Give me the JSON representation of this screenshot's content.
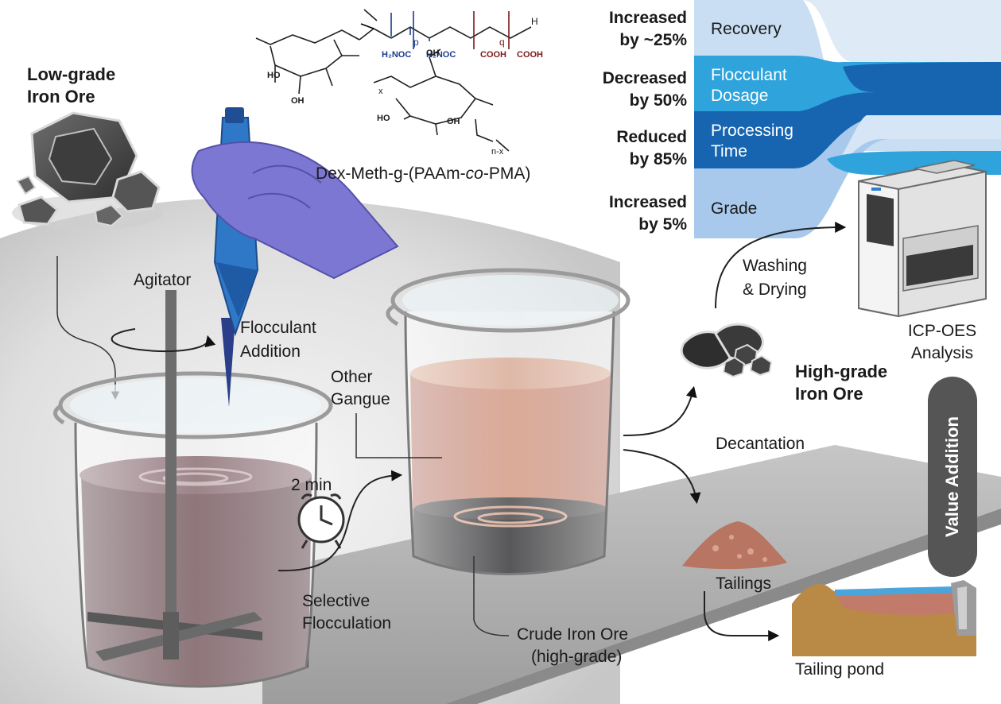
{
  "labels": {
    "low_grade_1": "Low-grade",
    "low_grade_2": "Iron Ore",
    "agitator": "Agitator",
    "flocculant_1": "Flocculant",
    "flocculant_2": "Addition",
    "polymer_name": "Dex-Meth-g-(PAAm-co-PMA)",
    "time": "2 min",
    "selective_1": "Selective",
    "selective_2": "Flocculation",
    "other_1": "Other",
    "other_2": "Gangue",
    "crude_1": "Crude Iron Ore",
    "crude_2": "(high-grade)",
    "washing_1": "Washing",
    "washing_2": "& Drying",
    "high_grade_1": "High-grade",
    "high_grade_2": "Iron Ore",
    "decantation": "Decantation",
    "tailings": "Tailings",
    "tailing_pond": "Tailing pond",
    "icp_1": "ICP-OES",
    "icp_2": "Analysis",
    "value_addition": "Value Addition"
  },
  "chemistry": {
    "p": "p",
    "q": "q",
    "x": "x",
    "nx": "n-x",
    "h": "H",
    "h2noc_1": "H₂NOC",
    "h2noc_2": "H₂NOC",
    "cooh_1": "COOH",
    "cooh_2": "COOH",
    "ho_1": "HO",
    "oh_1": "OH",
    "oh_2": "OH",
    "ho_2": "HO",
    "oh_3": "OH"
  },
  "outcomes": [
    {
      "line1": "Increased",
      "line2": "by ~25%",
      "metric1": "Recovery",
      "metric2": ""
    },
    {
      "line1": "Decreased",
      "line2": "by 50%",
      "metric1": "Flocculant",
      "metric2": "Dosage"
    },
    {
      "line1": "Reduced",
      "line2": "by 85%",
      "metric1": "Processing",
      "metric2": "Time"
    },
    {
      "line1": "Increased",
      "line2": "by 5%",
      "metric1": "Grade",
      "metric2": ""
    }
  ],
  "colors": {
    "band_recovery": "#c9def3",
    "band_dosage": "#2ea3dc",
    "band_time": "#1765b0",
    "band_grade": "#a8c9ec",
    "slurry_before": "#6f5359",
    "slurry_after": "#c78d78",
    "sediment": "#3a3a3c",
    "pipette": "#2f78c8",
    "glove": "#7d77d4",
    "ore": "#4a4a4a",
    "pill": "#555555"
  }
}
